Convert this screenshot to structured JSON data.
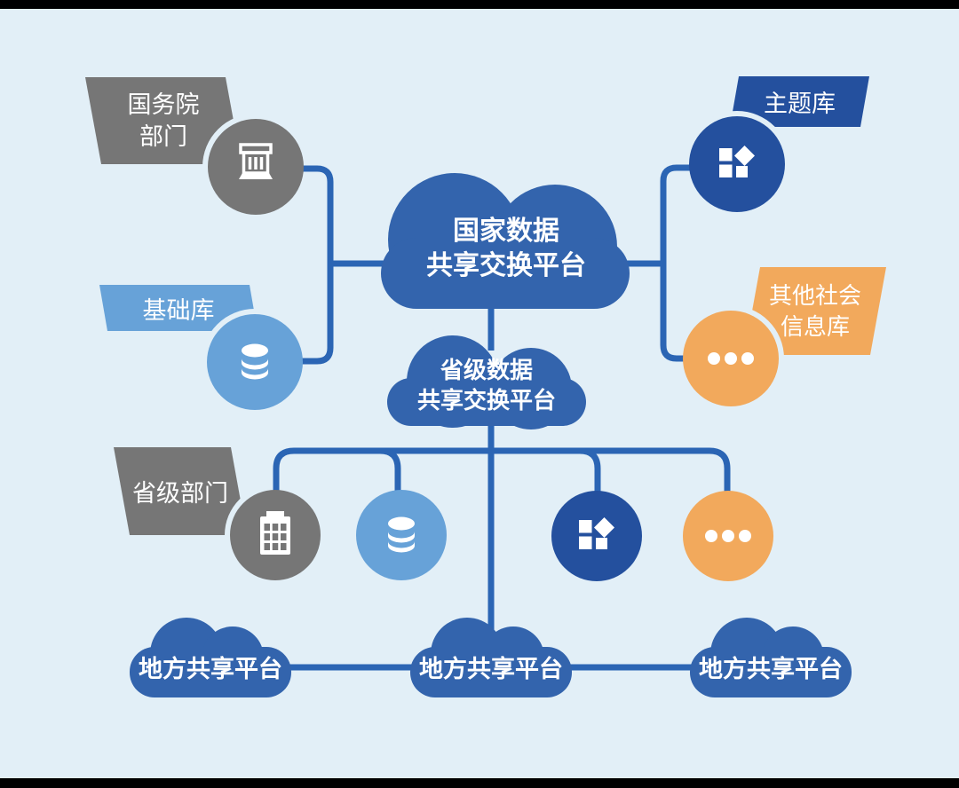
{
  "colors": {
    "background": "#e2eff7",
    "frame_bar": "#000000",
    "cloud_blue": "#3364ad",
    "line_blue": "#2b65b4",
    "dark_navy": "#24509e",
    "light_blue": "#67a2d8",
    "gray": "#767676",
    "orange": "#f2a95c",
    "text": "#ffffff"
  },
  "clouds": {
    "national": {
      "line1": "国家数据",
      "line2": "共享交换平台"
    },
    "provincial": {
      "line1": "省级数据",
      "line2": "共享交换平台"
    },
    "local": [
      {
        "label": "地方共享平台"
      },
      {
        "label": "地方共享平台"
      },
      {
        "label": "地方共享平台"
      }
    ]
  },
  "labels": {
    "state_council": {
      "line1": "国务院",
      "line2": "部门"
    },
    "basic_db": {
      "label": "基础库"
    },
    "topic_db": {
      "label": "主题库"
    },
    "other_db": {
      "line1": "其他社会",
      "line2": "信息库"
    },
    "provincial_dept": {
      "label": "省级部门"
    }
  },
  "icons": {
    "state_council_node": "government-building-icon",
    "basic_db_node": "database-icon",
    "topic_db_node": "blocks-icon",
    "other_db_node": "ellipsis-icon",
    "provincial_dept_node": "office-building-icon",
    "provincial_basic_node": "database-icon",
    "provincial_topic_node": "blocks-icon",
    "provincial_other_node": "ellipsis-icon"
  }
}
